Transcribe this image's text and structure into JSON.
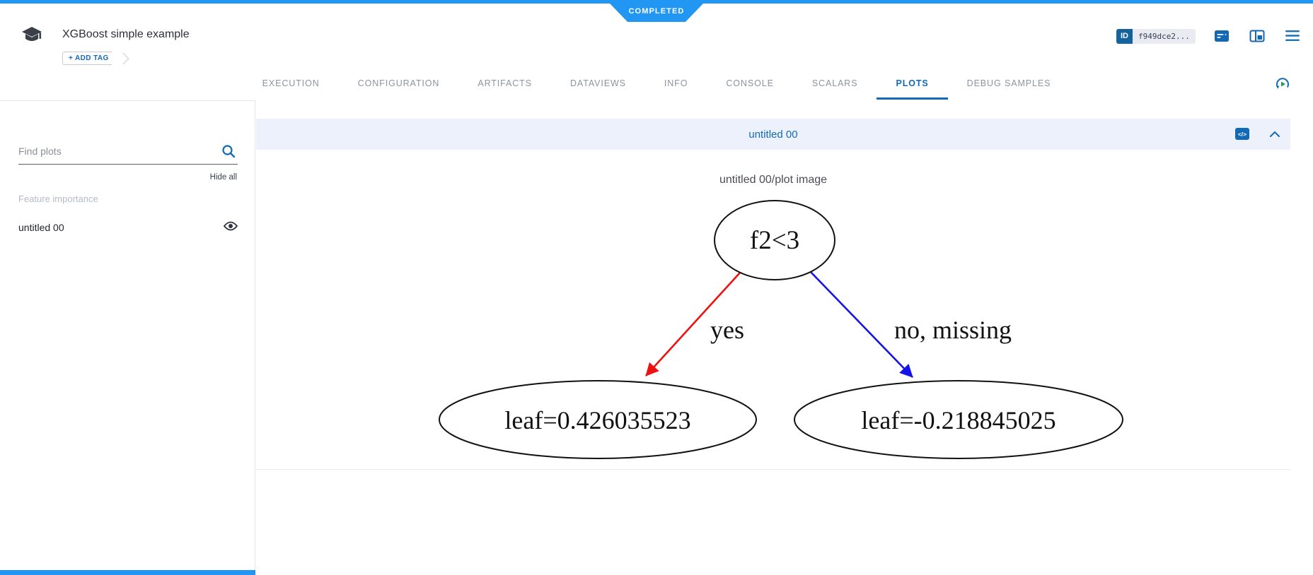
{
  "colors": {
    "accent_blue": "#2196f3",
    "brand_blue": "#1269b5",
    "panel_header_bg": "#edf1fb",
    "edge_yes": "#ee1111",
    "edge_no": "#1414e8",
    "refresh_play_green": "#1e9e5a"
  },
  "status": {
    "label": "COMPLETED"
  },
  "header": {
    "title": "XGBoost simple example",
    "add_tag_label": "+ ADD TAG",
    "id_badge": {
      "label": "ID",
      "value": "f949dce2..."
    }
  },
  "tabs": [
    {
      "label": "EXECUTION"
    },
    {
      "label": "CONFIGURATION"
    },
    {
      "label": "ARTIFACTS"
    },
    {
      "label": "DATAVIEWS"
    },
    {
      "label": "INFO"
    },
    {
      "label": "CONSOLE"
    },
    {
      "label": "SCALARS"
    },
    {
      "label": "PLOTS",
      "active": true
    },
    {
      "label": "DEBUG SAMPLES"
    }
  ],
  "sidebar": {
    "search_placeholder": "Find plots",
    "hide_all_label": "Hide all",
    "group_label": "Feature importance",
    "items": [
      {
        "label": "untitled 00",
        "visible": true
      }
    ]
  },
  "plot_panel": {
    "title": "untitled 00",
    "embed_glyph": "</>",
    "image_title": "untitled 00/plot image"
  },
  "chart_data": {
    "type": "decision-tree",
    "title": "untitled 00/plot image",
    "nodes": [
      {
        "id": "root",
        "label": "f2<3"
      },
      {
        "id": "left",
        "label": "leaf=0.426035523"
      },
      {
        "id": "right",
        "label": "leaf=-0.218845025"
      }
    ],
    "edges": [
      {
        "from": "root",
        "to": "left",
        "label": "yes",
        "color": "#ee1111"
      },
      {
        "from": "root",
        "to": "right",
        "label": "no, missing",
        "color": "#1414e8"
      }
    ]
  }
}
